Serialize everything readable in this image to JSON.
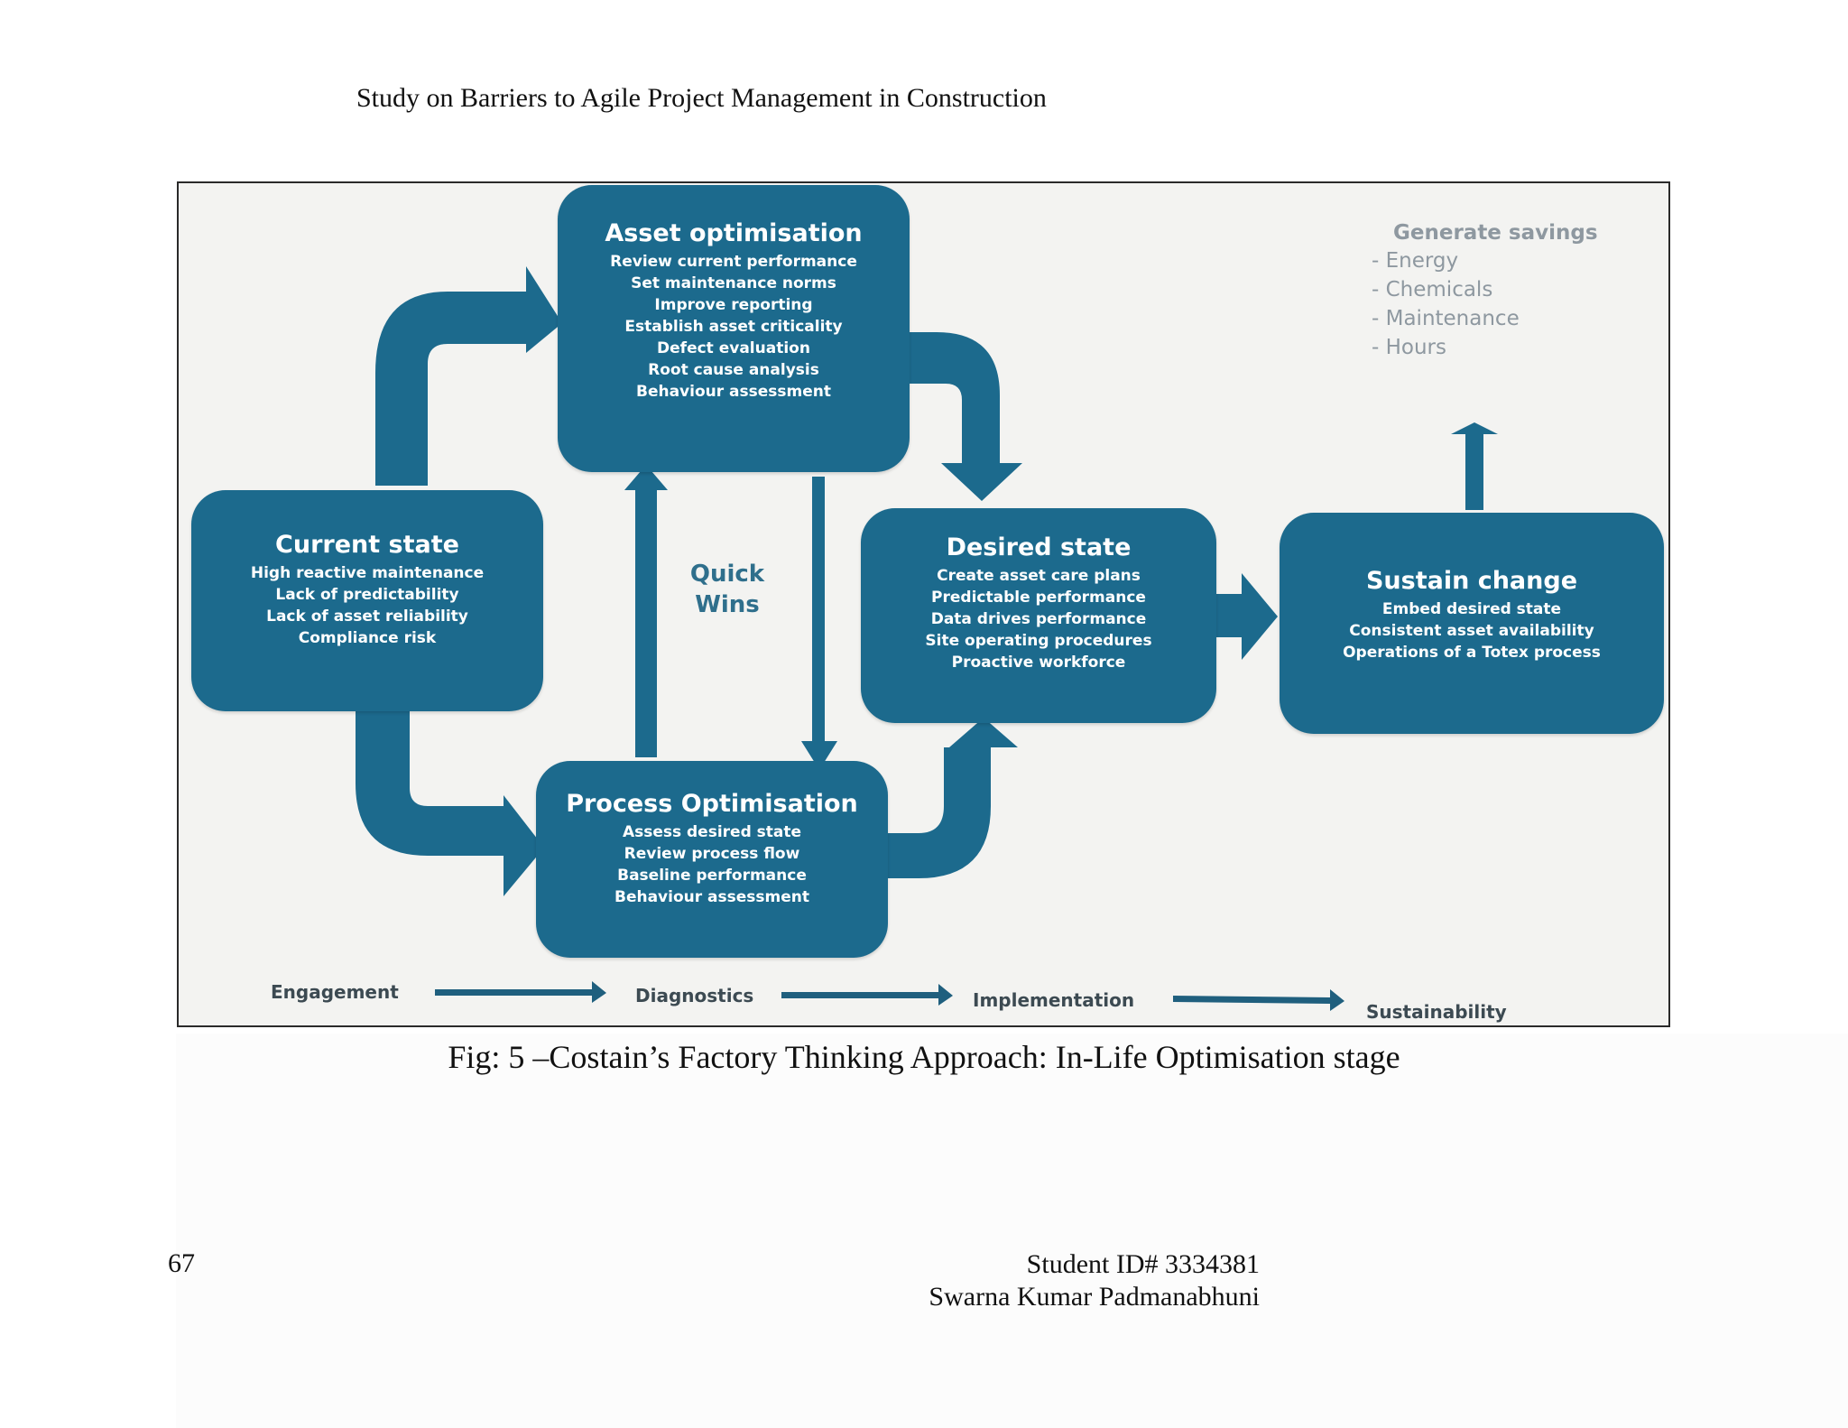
{
  "running_header": "Study on Barriers to Agile Project Management in Construction",
  "figure": {
    "boxes": {
      "asset": {
        "title": "Asset optimisation",
        "lines": [
          "Review current performance",
          "Set maintenance norms",
          "Improve reporting",
          "Establish asset criticality",
          "Defect evaluation",
          "Root cause analysis",
          "Behaviour assessment"
        ]
      },
      "current": {
        "title": "Current state",
        "lines": [
          "High reactive maintenance",
          "Lack of predictability",
          "Lack of asset reliability",
          "Compliance risk"
        ]
      },
      "desired": {
        "title": "Desired state",
        "lines": [
          "Create asset  care plans",
          "Predictable performance",
          "Data drives performance",
          "Site operating procedures",
          "Proactive workforce"
        ]
      },
      "sustain": {
        "title": "Sustain change",
        "lines": [
          "Embed desired state",
          "Consistent asset availability",
          "Operations of a Totex process"
        ]
      },
      "process": {
        "title": "Process Optimisation",
        "lines": [
          "Assess desired state",
          "Review process flow",
          "Baseline performance",
          "Behaviour assessment"
        ]
      }
    },
    "quick_wins": [
      "Quick",
      "Wins"
    ],
    "savings": {
      "title": "Generate savings",
      "items": [
        "- Energy",
        "- Chemicals",
        "- Maintenance",
        "- Hours"
      ]
    },
    "stages": [
      "Engagement",
      "Diagnostics",
      "Implementation",
      "Sustainability"
    ],
    "colors": {
      "box": "#1c6a8d",
      "arrow": "#1c6a8d",
      "stage_arrow": "#1f5f7e"
    }
  },
  "caption": "Fig: 5 –Costain’s Factory Thinking Approach: In-Life Optimisation stage",
  "page_number": "67",
  "footer": {
    "student_id": "Student ID# 3334381",
    "author": "Swarna Kumar Padmanabhuni"
  }
}
